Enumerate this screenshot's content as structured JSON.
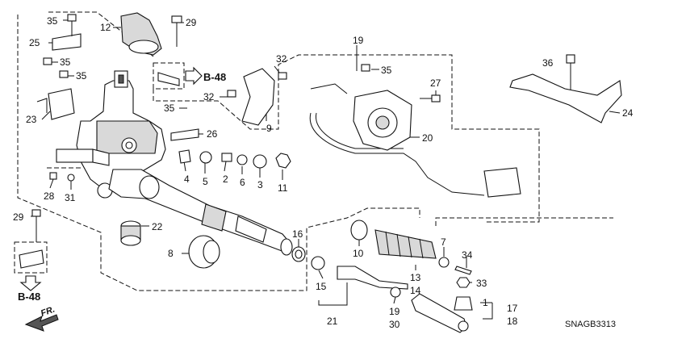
{
  "diagram": {
    "callouts": [
      "35",
      "25",
      "35",
      "35",
      "23",
      "12",
      "29",
      "32",
      "32",
      "35",
      "26",
      "9",
      "4",
      "5",
      "2",
      "6",
      "3",
      "11",
      "19",
      "35",
      "27",
      "20",
      "36",
      "24",
      "28",
      "31",
      "29",
      "22",
      "8",
      "16",
      "10",
      "13",
      "14",
      "7",
      "34",
      "33",
      "15",
      "21",
      "19",
      "30",
      "1",
      "17",
      "18"
    ],
    "references": [
      "B-48",
      "B-48"
    ],
    "direction_label": "FR.",
    "diagram_code": "SNAGB3313"
  }
}
